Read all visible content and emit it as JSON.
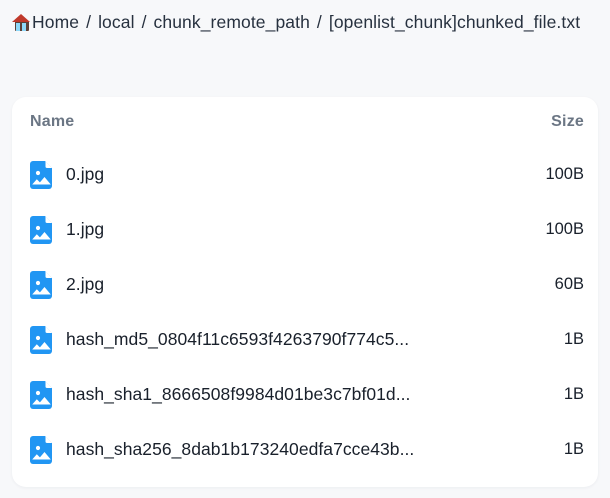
{
  "breadcrumb": {
    "home_icon": "home-icon",
    "separator": "/",
    "items": [
      {
        "label": "Home",
        "icon": "home-icon"
      },
      {
        "label": "local"
      },
      {
        "label": "chunk_remote_path"
      },
      {
        "label": "[openlist_chunk]chunked_file.txt"
      }
    ]
  },
  "table": {
    "headers": {
      "name": "Name",
      "size": "Size"
    },
    "rows": [
      {
        "name": "0.jpg",
        "size": "100B",
        "icon": "image-file-icon"
      },
      {
        "name": "1.jpg",
        "size": "100B",
        "icon": "image-file-icon"
      },
      {
        "name": "2.jpg",
        "size": "60B",
        "icon": "image-file-icon"
      },
      {
        "name": "hash_md5_0804f11c6593f4263790f774c5...",
        "size": "1B",
        "icon": "image-file-icon"
      },
      {
        "name": "hash_sha1_8666508f9984d01be3c7bf01d...",
        "size": "1B",
        "icon": "image-file-icon"
      },
      {
        "name": "hash_sha256_8dab1b173240edfa7cce43b...",
        "size": "1B",
        "icon": "image-file-icon"
      }
    ]
  },
  "colors": {
    "page_background": "#f7f8fa",
    "card_background": "#ffffff",
    "icon_blue": "#2196f3",
    "header_text": "#6b7684",
    "body_text": "#19202b",
    "breadcrumb_text": "#27313f"
  }
}
